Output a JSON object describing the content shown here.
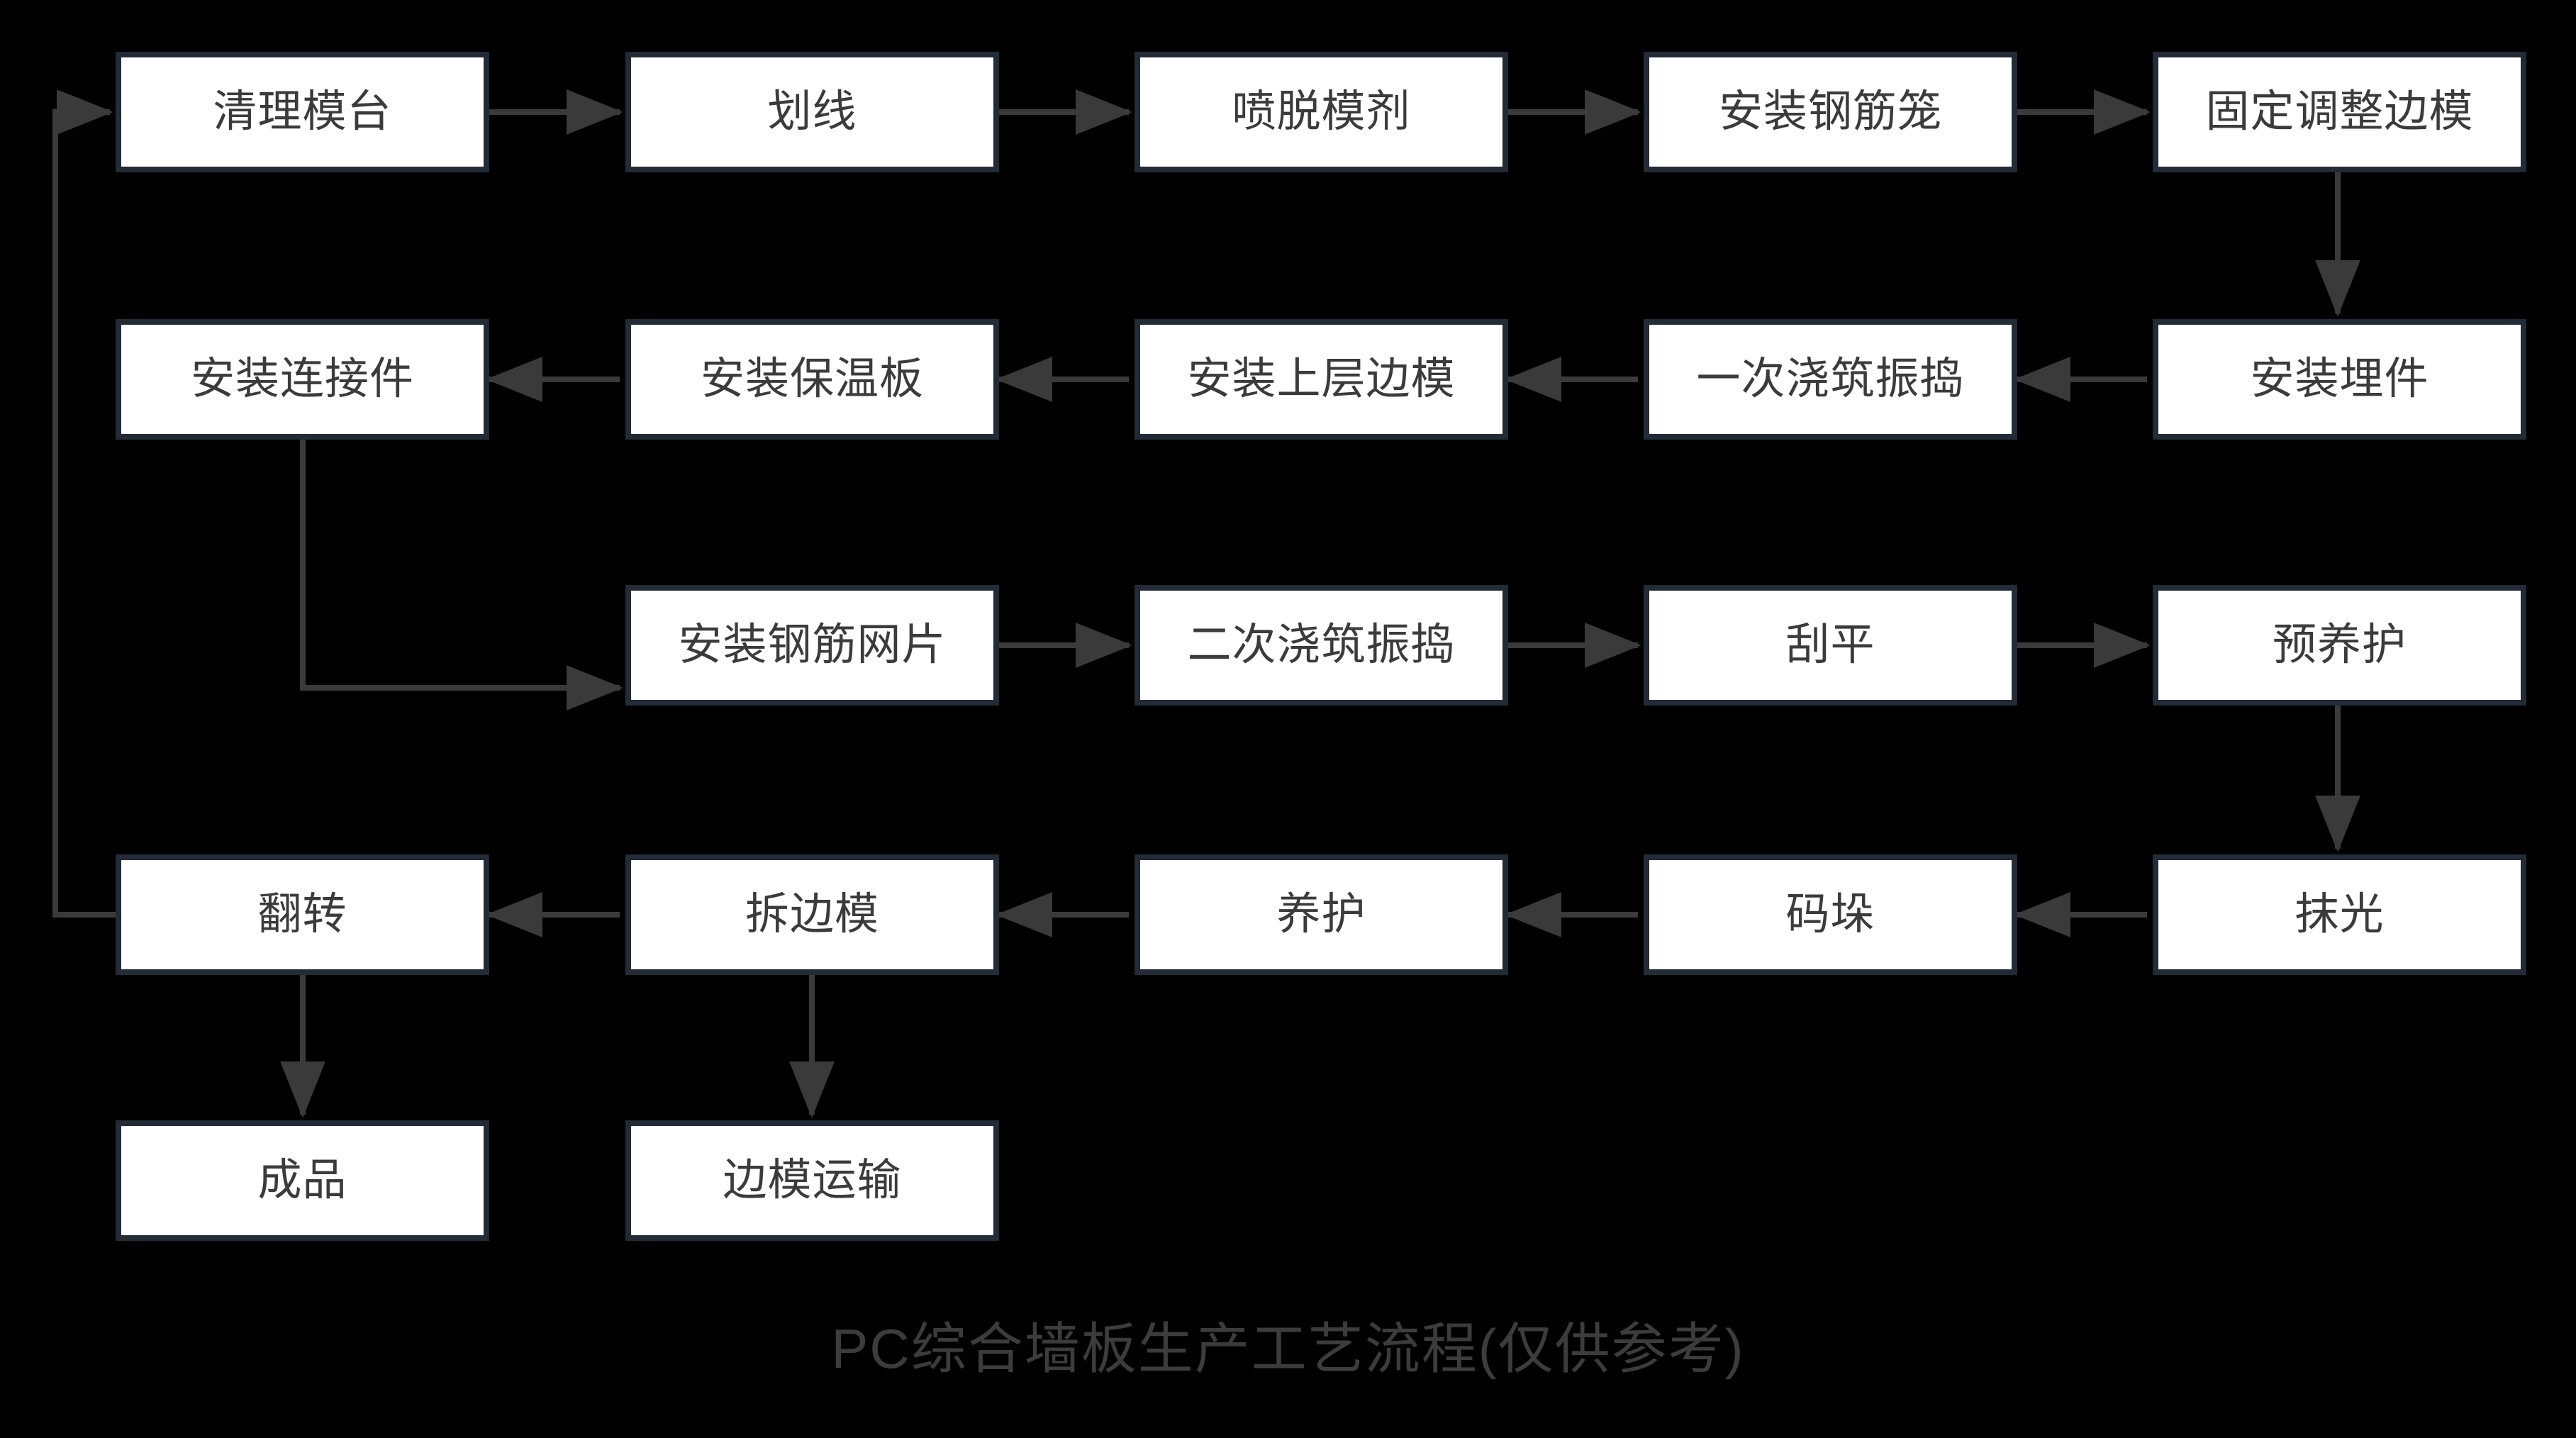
{
  "title": "PC综合墙板生产工艺流程(仅供参考)",
  "colors": {
    "background": "#000000",
    "node_fill": "#ffffff",
    "node_border": "#222b36",
    "node_text": "#3b3b3b",
    "edge": "#3a3a3a",
    "title_text": "#3c3c3c"
  },
  "chart_data": {
    "type": "diagram",
    "diagram_type": "flowchart",
    "title": "PC综合墙板生产工艺流程(仅供参考)",
    "direction": "boustrophedon (serpentine: row1 left-to-right, row2 right-to-left, row3 left-to-right, row4 right-to-left)",
    "nodes": [
      {
        "id": "n1",
        "label": "清理模台",
        "row": 1,
        "col": 1
      },
      {
        "id": "n2",
        "label": "划线",
        "row": 1,
        "col": 2
      },
      {
        "id": "n3",
        "label": "喷脱模剂",
        "row": 1,
        "col": 3
      },
      {
        "id": "n4",
        "label": "安装钢筋笼",
        "row": 1,
        "col": 4
      },
      {
        "id": "n5",
        "label": "固定调整边模",
        "row": 1,
        "col": 5
      },
      {
        "id": "n6",
        "label": "安装埋件",
        "row": 2,
        "col": 5
      },
      {
        "id": "n7",
        "label": "一次浇筑振捣",
        "row": 2,
        "col": 4
      },
      {
        "id": "n8",
        "label": "安装上层边模",
        "row": 2,
        "col": 3
      },
      {
        "id": "n9",
        "label": "安装保温板",
        "row": 2,
        "col": 2
      },
      {
        "id": "n10",
        "label": "安装连接件",
        "row": 2,
        "col": 1
      },
      {
        "id": "n11",
        "label": "安装钢筋网片",
        "row": 3,
        "col": 2
      },
      {
        "id": "n12",
        "label": "二次浇筑振捣",
        "row": 3,
        "col": 3
      },
      {
        "id": "n13",
        "label": "刮平",
        "row": 3,
        "col": 4
      },
      {
        "id": "n14",
        "label": "预养护",
        "row": 3,
        "col": 5
      },
      {
        "id": "n15",
        "label": "抹光",
        "row": 4,
        "col": 5
      },
      {
        "id": "n16",
        "label": "码垛",
        "row": 4,
        "col": 4
      },
      {
        "id": "n17",
        "label": "养护",
        "row": 4,
        "col": 3
      },
      {
        "id": "n18",
        "label": "拆边模",
        "row": 4,
        "col": 2
      },
      {
        "id": "n19",
        "label": "翻转",
        "row": 4,
        "col": 1
      },
      {
        "id": "n20",
        "label": "成品",
        "row": 5,
        "col": 1
      },
      {
        "id": "n21",
        "label": "边模运输",
        "row": 5,
        "col": 2
      }
    ],
    "edges": [
      {
        "from": "n1",
        "to": "n2",
        "kind": "horizontal-right"
      },
      {
        "from": "n2",
        "to": "n3",
        "kind": "horizontal-right"
      },
      {
        "from": "n3",
        "to": "n4",
        "kind": "horizontal-right"
      },
      {
        "from": "n4",
        "to": "n5",
        "kind": "horizontal-right"
      },
      {
        "from": "n5",
        "to": "n6",
        "kind": "vertical-down"
      },
      {
        "from": "n6",
        "to": "n7",
        "kind": "horizontal-left"
      },
      {
        "from": "n7",
        "to": "n8",
        "kind": "horizontal-left"
      },
      {
        "from": "n8",
        "to": "n9",
        "kind": "horizontal-left"
      },
      {
        "from": "n9",
        "to": "n10",
        "kind": "horizontal-left"
      },
      {
        "from": "n10",
        "to": "n11",
        "kind": "elbow-down-right"
      },
      {
        "from": "n11",
        "to": "n12",
        "kind": "horizontal-right"
      },
      {
        "from": "n12",
        "to": "n13",
        "kind": "horizontal-right"
      },
      {
        "from": "n13",
        "to": "n14",
        "kind": "horizontal-right"
      },
      {
        "from": "n14",
        "to": "n15",
        "kind": "vertical-down"
      },
      {
        "from": "n15",
        "to": "n16",
        "kind": "horizontal-left"
      },
      {
        "from": "n16",
        "to": "n17",
        "kind": "horizontal-left"
      },
      {
        "from": "n17",
        "to": "n18",
        "kind": "horizontal-left"
      },
      {
        "from": "n18",
        "to": "n19",
        "kind": "horizontal-left"
      },
      {
        "from": "n19",
        "to": "n20",
        "kind": "vertical-down"
      },
      {
        "from": "n18",
        "to": "n21",
        "kind": "vertical-down"
      },
      {
        "from": "n19",
        "to": "n1",
        "kind": "feedback-loop-left"
      }
    ]
  }
}
